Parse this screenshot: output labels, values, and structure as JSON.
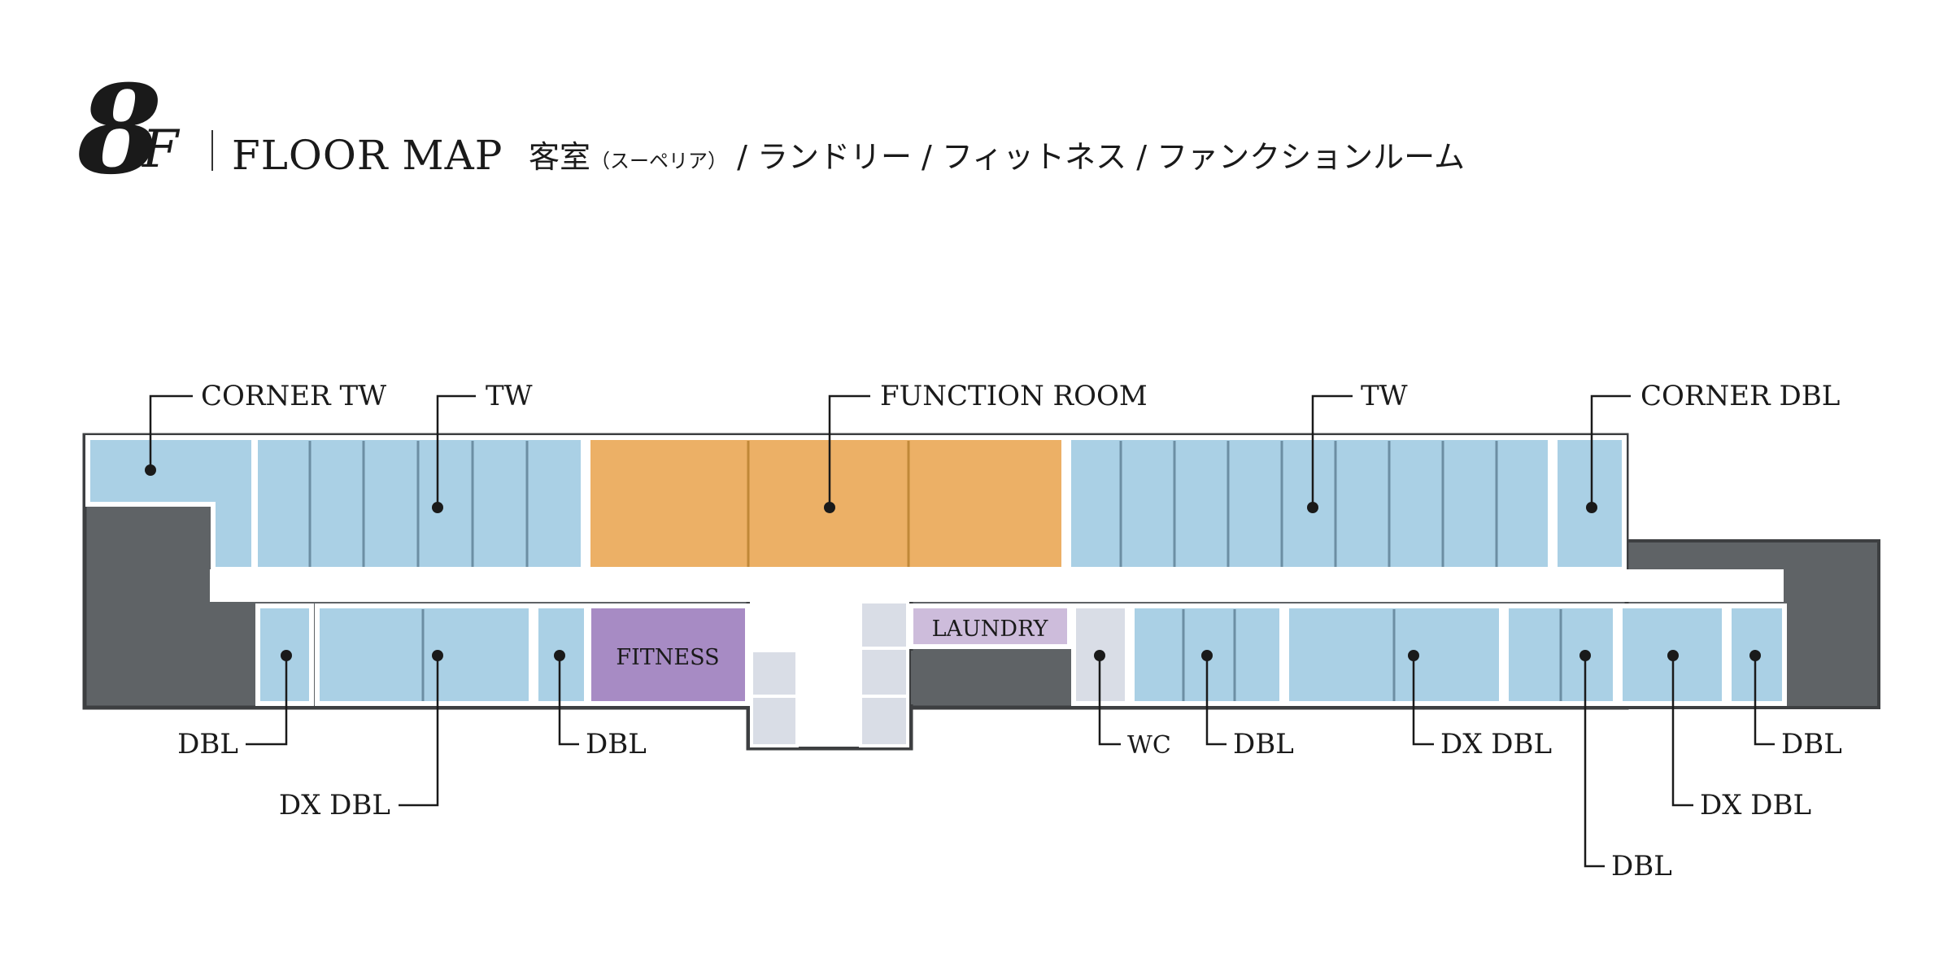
{
  "header": {
    "floor_number": "8",
    "floor_suffix": "F",
    "map_title": "FLOOR MAP",
    "floor_description_main": "客室",
    "floor_description_small": "（スーペリア）",
    "floor_description_rest": " / ランドリー / フィットネス / ファンクションルーム"
  },
  "colors": {
    "guest_room": "#aad0e5",
    "function_room": "#ecb066",
    "fitness": "#a78bc4",
    "laundry": "#cdbcdb",
    "service": "#d9dde6",
    "core": "#5f6366",
    "outline": "#3d3f41",
    "corridor": "#ffffff"
  },
  "areas": {
    "corner_tw": "CORNER TW",
    "tw_left": "TW",
    "function_room": "FUNCTION ROOM",
    "tw_right": "TW",
    "corner_dbl": "CORNER DBL",
    "dbl_1": "DBL",
    "dx_dbl_1": "DX DBL",
    "dbl_2": "DBL",
    "fitness": "FITNESS",
    "laundry": "LAUNDRY",
    "wc": "WC",
    "dbl_3": "DBL",
    "dx_dbl_2": "DX DBL",
    "dbl_4": "DBL",
    "dx_dbl_3": "DX DBL",
    "dbl_5": "DBL"
  }
}
